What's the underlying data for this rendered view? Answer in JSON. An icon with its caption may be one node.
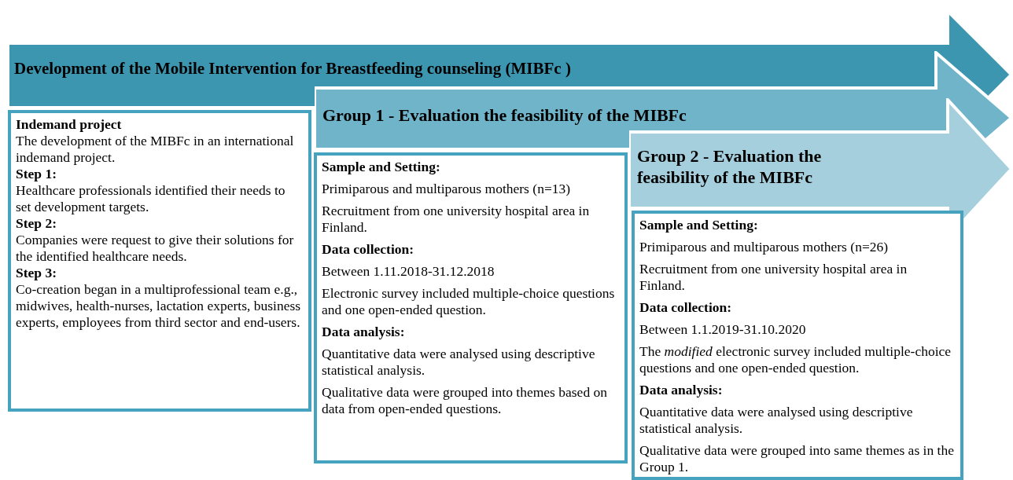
{
  "diagram": {
    "nodes": [
      {
        "text": [
          "Development of the Mobile Intervention for Breastfeeding counseling (MIBFc )"
        ]
      },
      {
        "text": [
          "Indemand project",
          "The development of the MIBFc in an international indemand project.",
          "Step 1:",
          "Healthcare professionals identified their needs to set development targets.",
          "Step 2:",
          "Companies were request to give their solutions for the identified healthcare needs.",
          "Step 3:",
          "Co-creation began in a multiprofessional team e.g., midwives, health-nurses, lactation experts, business experts, employees from third sector and end-users."
        ]
      },
      {
        "text": [
          "Group 1 - Evaluation the feasibility of the MIBFc"
        ]
      },
      {
        "text": [
          "Sample and Setting:",
          "Primiparous and multiparous mothers (n=13)",
          "Recruitment from one university hospital area in Finland.",
          "Data collection:",
          "Between 1.11.2018-31.12.2018",
          "Electronic survey included multiple-choice questions and one open-ended question.",
          "Data analysis:",
          "Quantitative data were analysed using descriptive statistical analysis.",
          "Qualitative data were grouped into themes based on data from open-ended questions."
        ]
      },
      {
        "text": [
          "Group 2 - Evaluation the feasibility of the MIBFc"
        ]
      },
      {
        "text": [
          "Sample and Setting:",
          "Primiparous and multiparous mothers (n=26)",
          "Recruitment from one university hospital area in Finland.",
          "Data collection:",
          "Between 1.1.2019-31.10.2020",
          "The *modified* electronic survey included multiple-choice questions and one open-ended question.",
          "Data analysis:",
          "Quantitative data were analysed using descriptive statistical analysis.",
          "Qualitative data were grouped into same themes as in the Group 1."
        ]
      }
    ],
    "edges": []
  }
}
